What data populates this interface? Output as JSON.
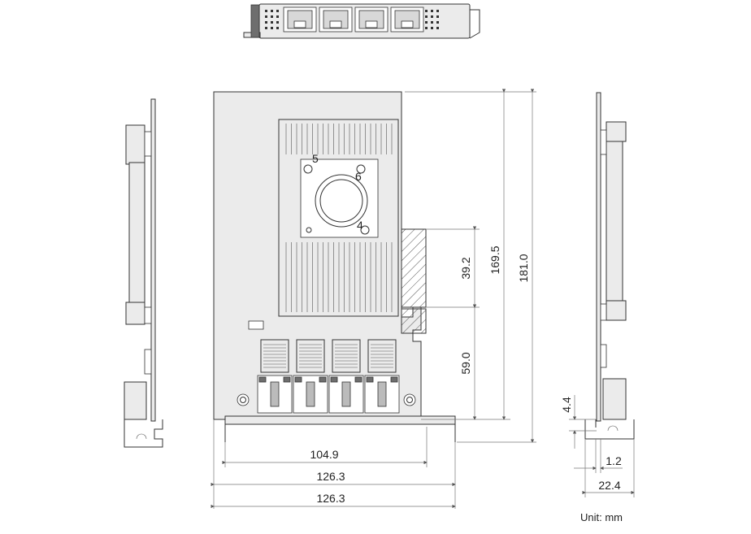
{
  "dimensions": {
    "width_inner": "104.9",
    "width_bracket": "126.3",
    "width_total": "126.3",
    "height_top_segment": "39.2",
    "height_bottom_segment": "59.0",
    "height_card": "169.5",
    "height_total": "181.0",
    "side_offset": "4.4",
    "side_thickness": "1.2",
    "side_depth": "22.4"
  },
  "unit_label": "Unit: mm",
  "heatsink_marks": [
    "5",
    "6",
    "4"
  ],
  "port_count": 4,
  "colors": {
    "line": "#333333",
    "fill_light": "#ebebeb",
    "fill_dark": "#6e6e6e"
  }
}
